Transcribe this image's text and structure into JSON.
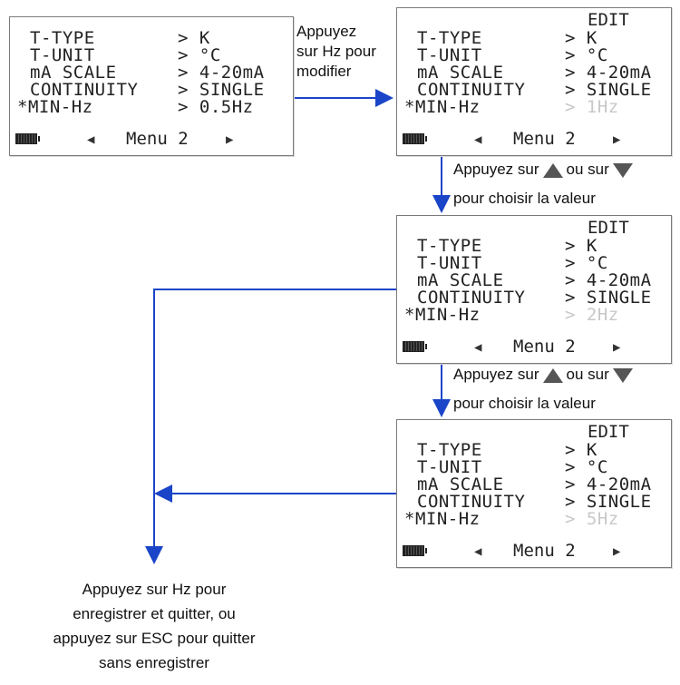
{
  "screens": [
    {
      "edit": "",
      "rows": [
        {
          "k": "T-TYPE",
          "v": "> K"
        },
        {
          "k": "T-UNIT",
          "v": "> °C"
        },
        {
          "k": "mA SCALE",
          "v": "> 4-20mA"
        },
        {
          "k": "CONTINUITY",
          "v": "> SINGLE"
        },
        {
          "k": "*MIN-Hz",
          "v": "> 0.5Hz"
        }
      ],
      "menu": "Menu 2"
    },
    {
      "edit": "EDIT",
      "rows": [
        {
          "k": "T-TYPE",
          "v": "> K"
        },
        {
          "k": "T-UNIT",
          "v": "> °C"
        },
        {
          "k": "mA SCALE",
          "v": "> 4-20mA"
        },
        {
          "k": "CONTINUITY",
          "v": "> SINGLE"
        },
        {
          "k": "*MIN-Hz",
          "v": "> 1Hz"
        }
      ],
      "menu": "Menu 2"
    },
    {
      "edit": "EDIT",
      "rows": [
        {
          "k": "T-TYPE",
          "v": "> K"
        },
        {
          "k": "T-UNIT",
          "v": "> °C"
        },
        {
          "k": "mA SCALE",
          "v": "> 4-20mA"
        },
        {
          "k": "CONTINUITY",
          "v": "> SINGLE"
        },
        {
          "k": "*MIN-Hz",
          "v": "> 2Hz"
        }
      ],
      "menu": "Menu 2"
    },
    {
      "edit": "EDIT",
      "rows": [
        {
          "k": "T-TYPE",
          "v": "> K"
        },
        {
          "k": "T-UNIT",
          "v": "> °C"
        },
        {
          "k": "mA SCALE",
          "v": "> 4-20mA"
        },
        {
          "k": "CONTINUITY",
          "v": "> SINGLE"
        },
        {
          "k": "*MIN-Hz",
          "v": "> 5Hz"
        }
      ],
      "menu": "Menu 2"
    }
  ],
  "annotations": {
    "modify": [
      "Appuyez",
      "sur Hz pour",
      "modifier"
    ],
    "choose1_a": "Appuyez sur",
    "choose1_or": "ou sur",
    "choose1_b": "pour choisir la valeur",
    "choose2_a": "Appuyez sur",
    "choose2_or": "ou sur",
    "choose2_b": "pour choisir la valeur",
    "final": [
      "Appuyez sur Hz pour",
      "enregistrer et quitter, ou",
      "appuyez sur ESC pour quitter",
      "sans enregistrer"
    ]
  },
  "icons": [
    "battery-icon",
    "triangle-left-icon",
    "triangle-right-icon",
    "up-triangle-icon",
    "down-triangle-icon"
  ]
}
